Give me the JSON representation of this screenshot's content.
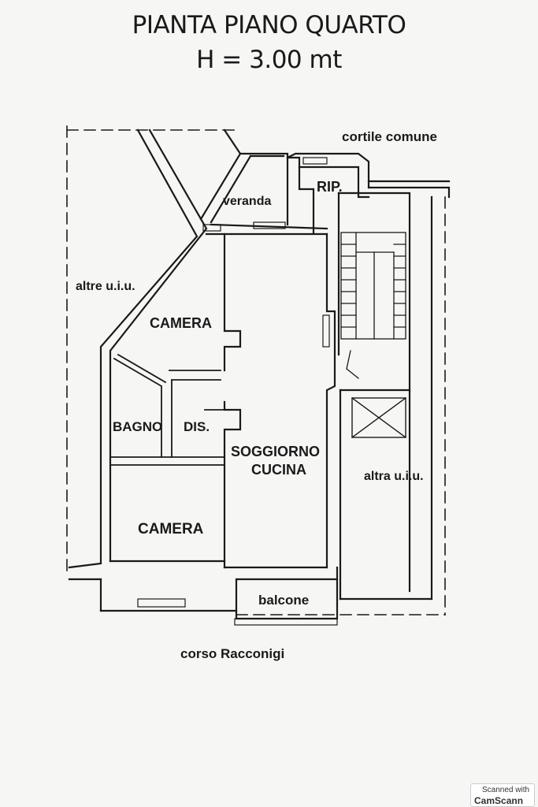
{
  "title": {
    "line1": "PIANTA PIANO QUARTO",
    "line2": "H = 3.00 mt"
  },
  "labels": {
    "cortile": "cortile comune",
    "veranda": "veranda",
    "rip": "RIP.",
    "altre_left": "altre u.i.u.",
    "camera_top": "CAMERA",
    "bagno": "BAGNO",
    "dis": "DIS.",
    "soggiorno_1": "SOGGIORNO",
    "soggiorno_2": "CUCINA",
    "altra_right": "altra u.i.u.",
    "camera_bottom": "CAMERA",
    "balcone": "balcone",
    "street": "corso Racconigi"
  },
  "watermark": {
    "line1": "Scanned with",
    "line2": "CamScann"
  },
  "colors": {
    "wall": "#1a1a1a",
    "background": "#f6f6f4"
  }
}
